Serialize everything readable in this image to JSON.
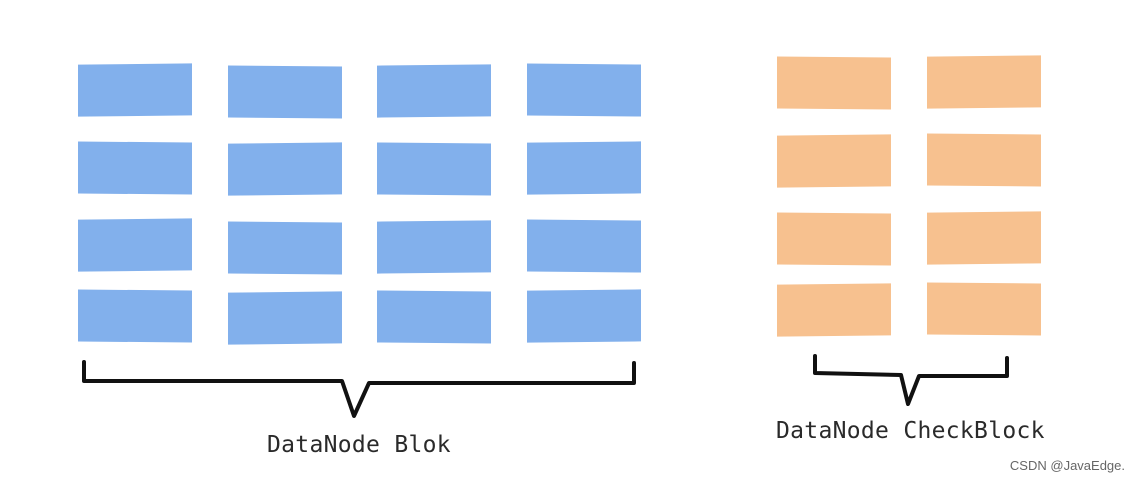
{
  "groups": {
    "blocks": {
      "label": "DataNode Blok",
      "rows": 4,
      "columns": 4,
      "color": "#82b0ec"
    },
    "check_blocks": {
      "label": "DataNode CheckBlock",
      "rows": 4,
      "columns": 2,
      "color": "#f7c18f"
    }
  },
  "watermark": "CSDN @JavaEdge."
}
